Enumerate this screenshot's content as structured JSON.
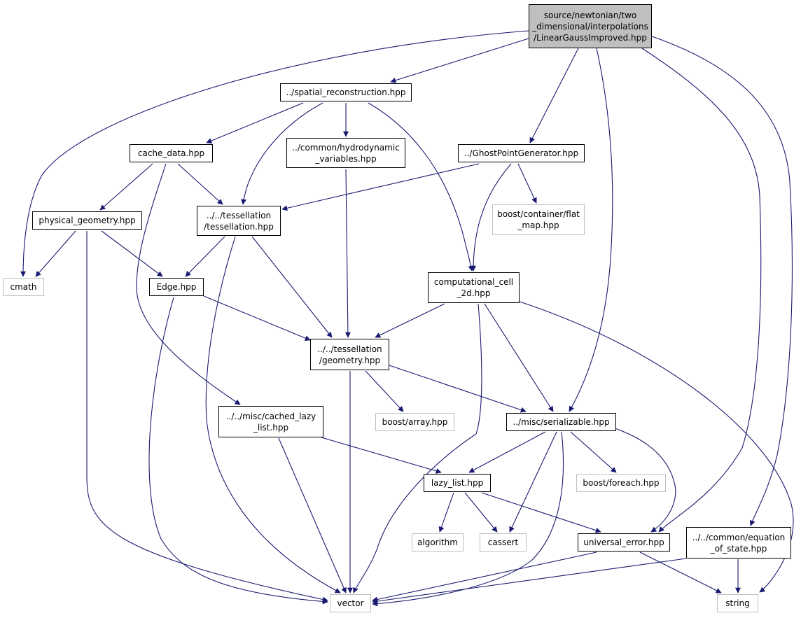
{
  "colors": {
    "edge": "#191970",
    "node_border": "#000000",
    "external_border": "#bfbfbf",
    "root_fill": "#bfbfbf"
  },
  "nodes": [
    {
      "id": "root",
      "kind": "root",
      "lines": [
        "source/newtonian/two",
        "_dimensional/interpolations",
        "/LinearGaussImproved.hpp"
      ]
    },
    {
      "id": "spatial",
      "kind": "file",
      "lines": [
        "../spatial_reconstruction.hpp"
      ]
    },
    {
      "id": "cache",
      "kind": "file",
      "lines": [
        "cache_data.hpp"
      ]
    },
    {
      "id": "hydro",
      "kind": "file",
      "lines": [
        "../common/hydrodynamic",
        "_variables.hpp"
      ]
    },
    {
      "id": "ghost",
      "kind": "file",
      "lines": [
        "../GhostPointGenerator.hpp"
      ]
    },
    {
      "id": "physgeo",
      "kind": "file",
      "lines": [
        "physical_geometry.hpp"
      ]
    },
    {
      "id": "tess",
      "kind": "file",
      "lines": [
        "../../tessellation",
        "/tessellation.hpp"
      ]
    },
    {
      "id": "flatmap",
      "kind": "external",
      "lines": [
        "boost/container/flat",
        "_map.hpp"
      ]
    },
    {
      "id": "cmath",
      "kind": "external",
      "lines": [
        "cmath"
      ]
    },
    {
      "id": "edge",
      "kind": "file",
      "lines": [
        "Edge.hpp"
      ]
    },
    {
      "id": "cell",
      "kind": "file",
      "lines": [
        "computational_cell",
        "_2d.hpp"
      ]
    },
    {
      "id": "geometry",
      "kind": "file",
      "lines": [
        "../../tessellation",
        "/geometry.hpp"
      ]
    },
    {
      "id": "cachedlazy",
      "kind": "file",
      "lines": [
        "../../misc/cached_lazy",
        "_list.hpp"
      ]
    },
    {
      "id": "barray",
      "kind": "external",
      "lines": [
        "boost/array.hpp"
      ]
    },
    {
      "id": "serial",
      "kind": "file",
      "lines": [
        "../misc/serializable.hpp"
      ]
    },
    {
      "id": "lazy",
      "kind": "file",
      "lines": [
        "lazy_list.hpp"
      ]
    },
    {
      "id": "foreach",
      "kind": "external",
      "lines": [
        "boost/foreach.hpp"
      ]
    },
    {
      "id": "algorithm",
      "kind": "external",
      "lines": [
        "algorithm"
      ]
    },
    {
      "id": "cassert",
      "kind": "external",
      "lines": [
        "cassert"
      ]
    },
    {
      "id": "uerror",
      "kind": "file",
      "lines": [
        "universal_error.hpp"
      ]
    },
    {
      "id": "eos",
      "kind": "file",
      "lines": [
        "../../common/equation",
        "_of_state.hpp"
      ]
    },
    {
      "id": "vector",
      "kind": "external",
      "lines": [
        "vector"
      ]
    },
    {
      "id": "string",
      "kind": "external",
      "lines": [
        "string"
      ]
    }
  ]
}
